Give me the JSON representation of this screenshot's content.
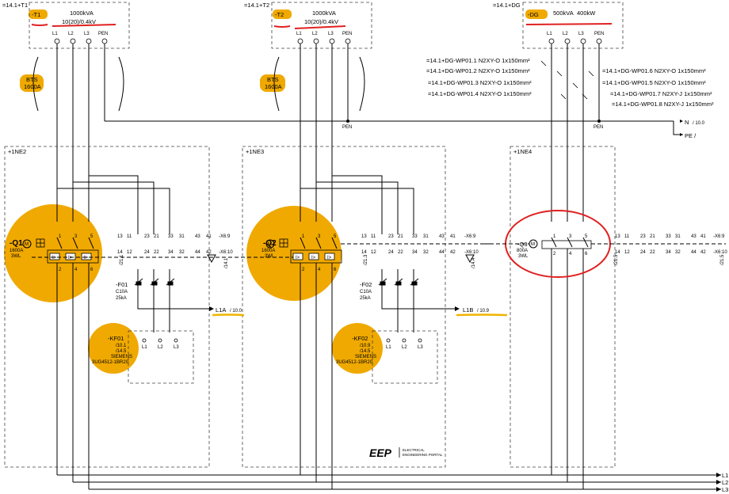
{
  "transformers": [
    {
      "ref": "=14.1+T1",
      "id": "-T1",
      "rating": "1000kVA",
      "voltage": "10(20)/0.4kV"
    },
    {
      "ref": "=14.1+T2",
      "id": "-T2",
      "rating": "1000kVA",
      "voltage": "10(20)/0.4kV"
    },
    {
      "ref": "=14.1+DG",
      "id": "-DG",
      "rating": "500kVA",
      "voltage": "400kW"
    }
  ],
  "terminals": [
    "L1",
    "L2",
    "L3",
    "PEN"
  ],
  "bts": [
    {
      "label": "BTS",
      "rating": "1600A"
    },
    {
      "label": "BTS",
      "rating": "1600A"
    }
  ],
  "cables_left": [
    "=14.1+DG-WP01.1  N2XY-O  1x150mm²",
    "=14.1+DG-WP01.2  N2XY-O  1x150mm²",
    "=14.1+DG-WP01.3  N2XY-O  1x150mm²",
    "=14.1+DG-WP01.4  N2XY-O  1x150mm²"
  ],
  "cables_right": [
    "=14.1+DG-WP01.6  N2XY-O  1x150mm²",
    "=14.1+DG-WP01.5  N2XY-O  1x150mm²",
    "=14.1+DG-WP01.7  N2XY-J  1x150mm²",
    "=14.1+DG-WP01.8  N2XY-J  1x150mm²"
  ],
  "pen_label": "PEN",
  "bus_labels": {
    "n": "N",
    "n_ref": "/ 10.0",
    "pe": "PE /"
  },
  "panels": [
    {
      "name": "+1NE2",
      "breaker": "-Q1",
      "rating": "1600A",
      "type": "3WL",
      "ref": "/14.1",
      "ref2": "/21.1",
      "fuse": "-F01",
      "fuse_rating": "C10A",
      "fuse_ka": "25kA",
      "out": "L1A",
      "out_ref": "/ 10.0",
      "relay": "-KF01",
      "relay_refs": [
        "/10.1",
        "/14.5"
      ],
      "relay_brand": "SIEMENS",
      "relay_model": "3UG4512-1BR20"
    },
    {
      "name": "+1NE3",
      "breaker": "-Q2",
      "rating": "1600A",
      "type": "3WL",
      "ref": "/14.4",
      "ref2": "/21.3",
      "fuse": "-F02",
      "fuse_rating": "C10A",
      "fuse_ka": "25kA",
      "out": "L1B",
      "out_ref": "/ 10.9",
      "relay": "-KF02",
      "relay_refs": [
        "/10.9",
        "/14.5"
      ],
      "relay_brand": "SIEMENS",
      "relay_model": "3UG4512-1BR20"
    },
    {
      "name": "+1NE4",
      "breaker": "-Q3",
      "rating": "800A",
      "type": "3WL",
      "ref": "/21.5"
    }
  ],
  "contact_numbers": [
    "13",
    "11",
    "23",
    "21",
    "33",
    "31",
    "43",
    "41"
  ],
  "contact_numbers_bottom": [
    "14",
    "12",
    "24",
    "22",
    "34",
    "32",
    "44",
    "42"
  ],
  "x_terms": [
    "-X6:9",
    "-X6:10"
  ],
  "main_terms": [
    "1",
    "3",
    "5"
  ],
  "main_terms_bottom": [
    "2",
    "4",
    "6"
  ],
  "output_buses": [
    "L1",
    "L2",
    "L3"
  ],
  "logo": {
    "mark": "EEP",
    "line1": "ELECTRICAL",
    "line2": "ENGINEERING PORTAL"
  },
  "colors": {
    "highlight": "#f0a900",
    "annotation": "#e02020"
  }
}
